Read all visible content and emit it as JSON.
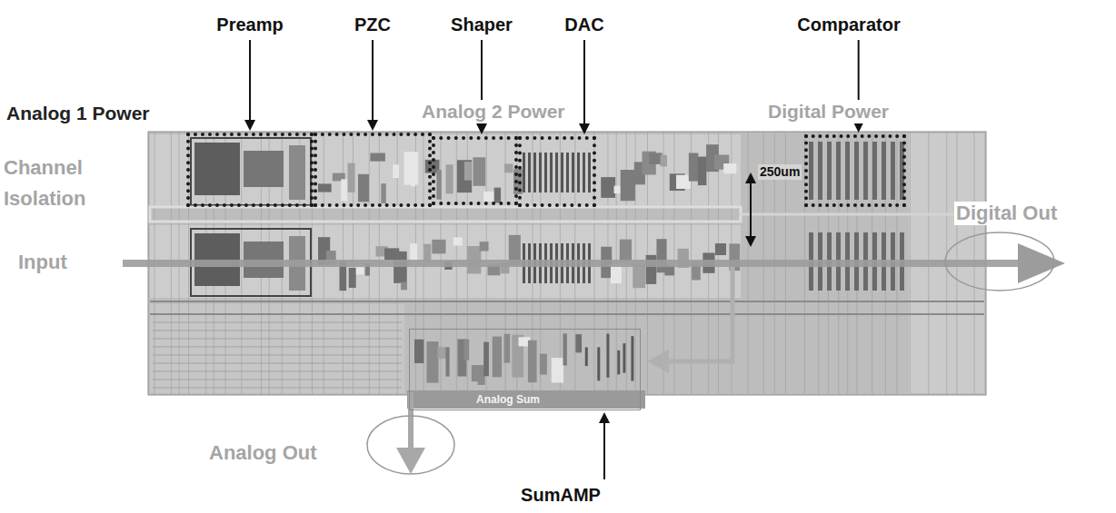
{
  "diagram": {
    "nodes": [
      {
        "text": [
          "Preamp"
        ]
      },
      {
        "text": [
          "PZC"
        ]
      },
      {
        "text": [
          "Shaper"
        ]
      },
      {
        "text": [
          "DAC"
        ]
      },
      {
        "text": [
          "Comparator"
        ]
      },
      {
        "text": [
          "SumAMP"
        ]
      }
    ],
    "labels": [
      "Analog 1 Power",
      "Analog 2 Power",
      "Digital Power",
      "Channel Isolation",
      "Input",
      "250um",
      "Digital Out",
      "Analog Sum",
      "Analog Out"
    ]
  }
}
